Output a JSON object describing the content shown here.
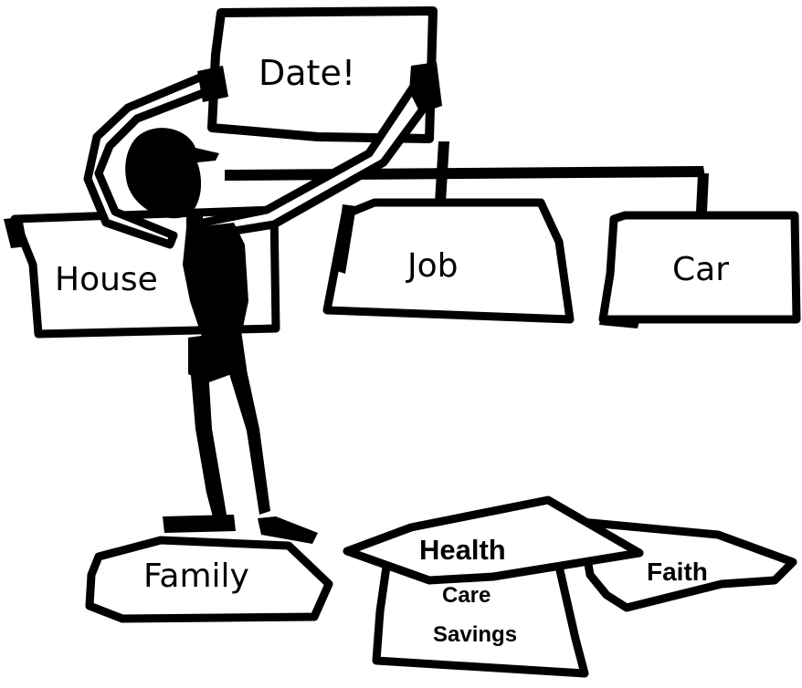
{
  "signs": {
    "date": "Date!",
    "house": "House",
    "job": "Job",
    "car": "Car",
    "family": "Family",
    "health": "Health",
    "care": "Care",
    "savings": "Savings",
    "faith": "Faith"
  },
  "colors": {
    "ink": "#000000",
    "paper": "#ffffff"
  }
}
